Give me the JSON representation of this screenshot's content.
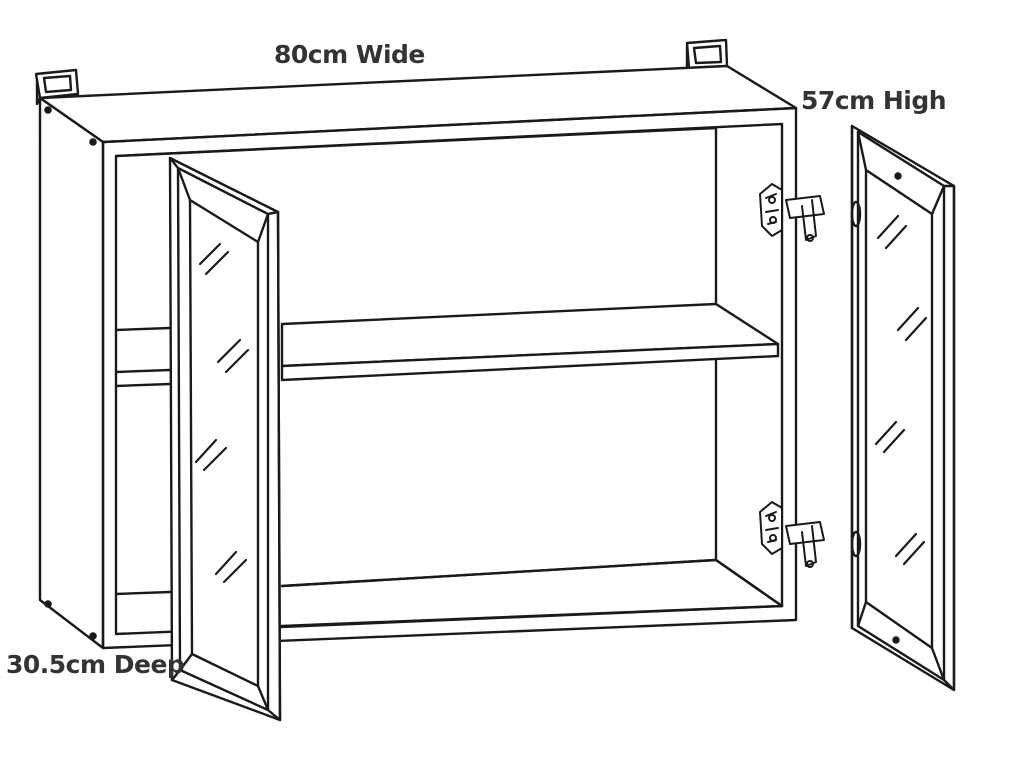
{
  "labels": {
    "width": "80cm Wide",
    "height": "57cm High",
    "depth": "30.5cm Deep"
  },
  "colors": {
    "line": "#1a1a1a",
    "text": "#333333",
    "background": "#ffffff",
    "glass": "#ffffff"
  },
  "icons": {
    "hinge": "hinge-icon",
    "hanging_bracket": "bracket-icon",
    "glass_reflection": "glass-reflection-icon"
  }
}
